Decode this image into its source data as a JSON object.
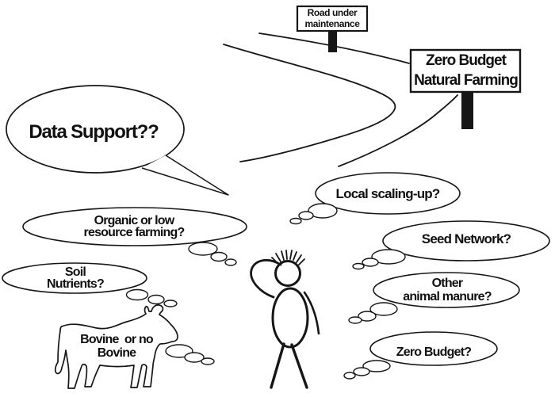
{
  "scene": {
    "title": "Zero Budget Natural Farming questions cartoon",
    "background_color": "#ffffff",
    "ink_color": "#161616"
  },
  "signs": {
    "road_maintenance": "Road under\nmaintenance",
    "zbnf": "Zero Budget\nNatural Farming"
  },
  "speech_bubble": {
    "data_support": "Data Support??"
  },
  "thought_bubbles": {
    "organic": "Organic or low\nresource farming?",
    "soil": "Soil\nNutrients?",
    "local": "Local scaling-up?",
    "seed": "Seed Network?",
    "other_manure": "Other\nanimal manure?",
    "zero_budget": "Zero Budget?",
    "bovine": "Bovine  or no\nBovine"
  }
}
